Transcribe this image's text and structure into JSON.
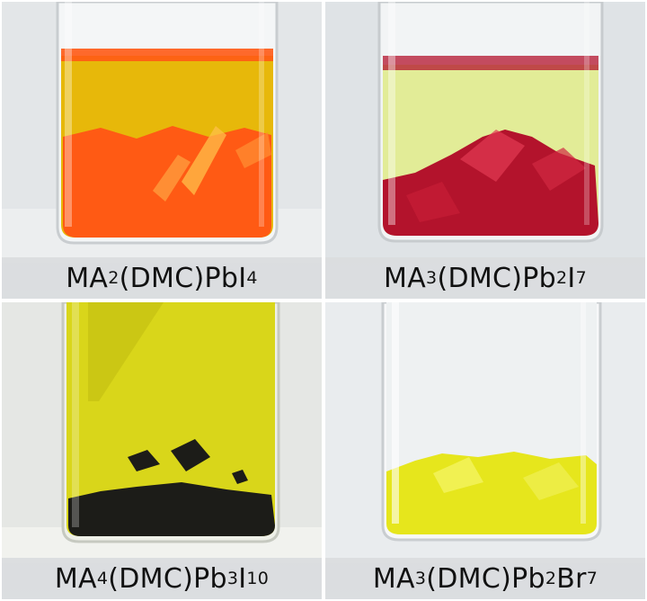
{
  "panels": [
    {
      "id": "vial-1",
      "liquid_color": "#e7b80a",
      "crystal_color": "#ff5a14",
      "caption_parts": [
        {
          "t": "MA",
          "sub": false
        },
        {
          "t": "2",
          "sub": true
        },
        {
          "t": "(DMC)PbI",
          "sub": false
        },
        {
          "t": "4",
          "sub": true
        }
      ]
    },
    {
      "id": "vial-2",
      "liquid_color": "#e2ec97",
      "crystal_color": "#b3132c",
      "caption_parts": [
        {
          "t": "MA",
          "sub": false
        },
        {
          "t": "3",
          "sub": true
        },
        {
          "t": "(DMC)Pb",
          "sub": false
        },
        {
          "t": "2",
          "sub": true
        },
        {
          "t": "I",
          "sub": false
        },
        {
          "t": "7",
          "sub": true
        }
      ]
    },
    {
      "id": "vial-3",
      "liquid_color": "#d9d61a",
      "crystal_color": "#1c1c18",
      "caption_parts": [
        {
          "t": "MA",
          "sub": false
        },
        {
          "t": "4",
          "sub": true
        },
        {
          "t": "(DMC)Pb",
          "sub": false
        },
        {
          "t": "3",
          "sub": true
        },
        {
          "t": "I",
          "sub": false
        },
        {
          "t": "10",
          "sub": true
        }
      ]
    },
    {
      "id": "vial-4",
      "liquid_color": "#eef1f2",
      "crystal_color": "#e6e61c",
      "caption_parts": [
        {
          "t": "MA",
          "sub": false
        },
        {
          "t": "3",
          "sub": true
        },
        {
          "t": "(DMC)Pb",
          "sub": false
        },
        {
          "t": "2",
          "sub": true
        },
        {
          "t": "Br",
          "sub": false
        },
        {
          "t": "7",
          "sub": true
        }
      ]
    }
  ]
}
